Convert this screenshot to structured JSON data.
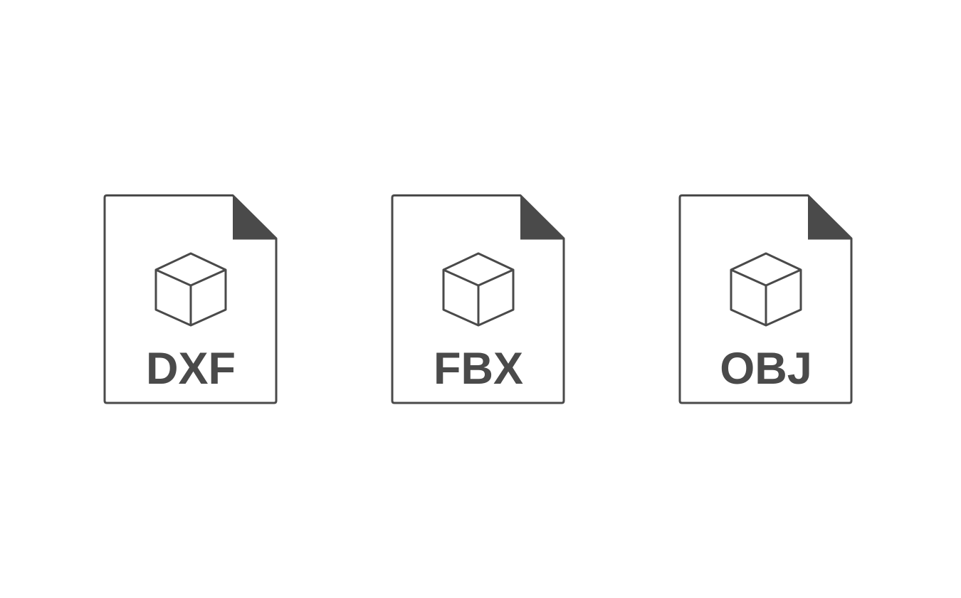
{
  "colors": {
    "icon": "#4a4a4a",
    "background": "#ffffff"
  },
  "files": [
    {
      "label": "DXF",
      "icon": "file-3d-cube-icon"
    },
    {
      "label": "FBX",
      "icon": "file-3d-cube-icon"
    },
    {
      "label": "OBJ",
      "icon": "file-3d-cube-icon"
    }
  ]
}
